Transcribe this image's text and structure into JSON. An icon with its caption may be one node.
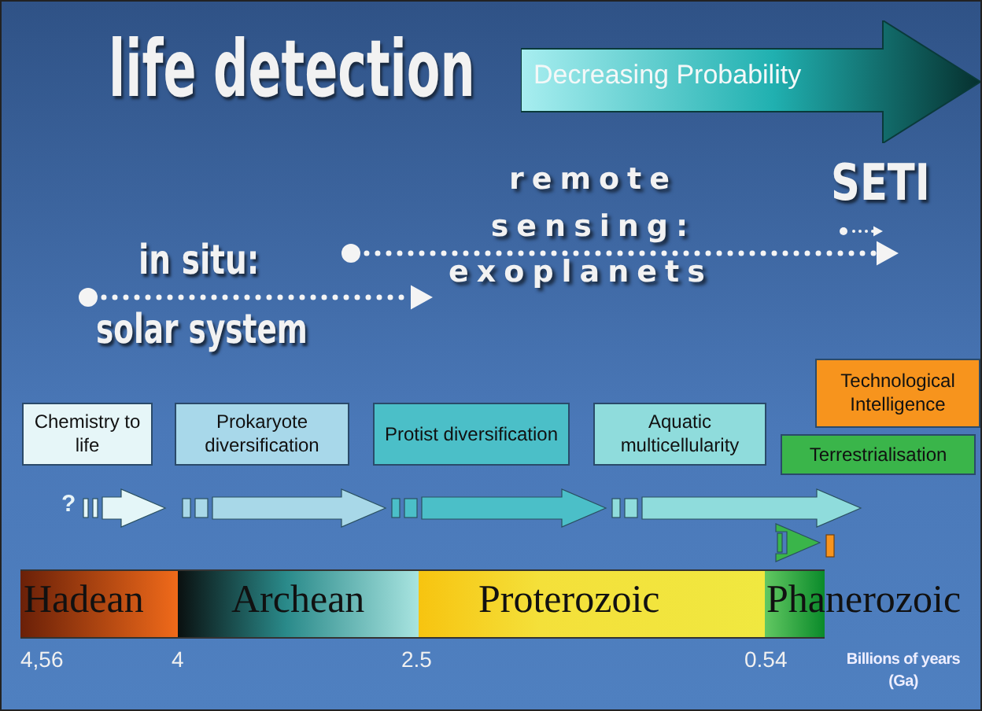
{
  "diagram": {
    "title": "life detection",
    "nodes": [
      {
        "text": [
          "Decreasing Probability"
        ]
      },
      {
        "text": [
          "Technological Intelligence"
        ]
      },
      {
        "text": [
          "Chemistry to life"
        ]
      },
      {
        "text": [
          "Prokaryote diversification"
        ]
      },
      {
        "text": [
          "Protist diversification"
        ]
      },
      {
        "text": [
          "Aquatic multicellularity"
        ]
      },
      {
        "text": [
          "Terrestrialisation"
        ]
      },
      {
        "text": [
          "Hadean"
        ]
      },
      {
        "text": [
          "Archean"
        ]
      },
      {
        "text": [
          "Proterozoic"
        ]
      },
      {
        "text": [
          "Phanerozoic"
        ]
      },
      {
        "text": [],
        "shape": "arrow"
      },
      {
        "text": [],
        "shape": "arrow"
      },
      {
        "text": [],
        "shape": "arrow"
      },
      {
        "text": [],
        "shape": "arrow"
      },
      {
        "text": [],
        "shape": "arrow"
      },
      {
        "text": [],
        "shape": "bar"
      }
    ],
    "labels": [
      "remote sensing:",
      "SETI",
      "in situ:",
      "exoplanets",
      "solar system",
      "?",
      "4,56",
      "4",
      "2.5",
      "0.54",
      "Billions of years (Ga)"
    ]
  }
}
